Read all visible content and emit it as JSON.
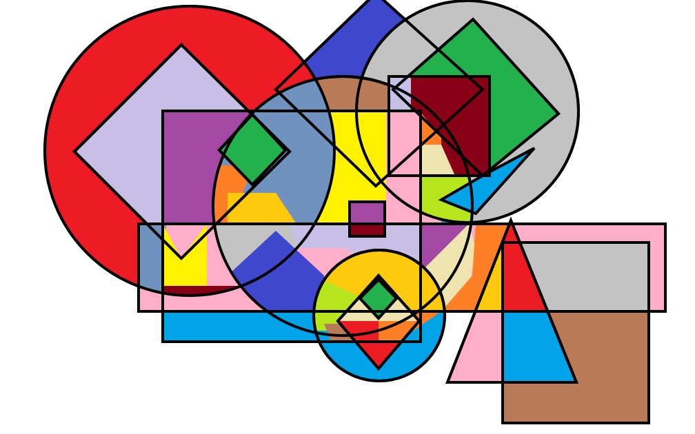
{
  "palette": {
    "stroke": "#000000",
    "red": "#ed1c24",
    "lavender": "#c8bfe7",
    "blue": "#3f48cc",
    "steel_blue": "#7092be",
    "yellow": "#fff200",
    "sky_blue": "#00a2e8",
    "purple": "#a349a4",
    "green": "#22b14c",
    "orange": "#ff7f27",
    "amber": "#ffc90e",
    "gray": "#c3c3c3",
    "pink": "#ffaec9",
    "maroon": "#880015",
    "brown": "#b97a57",
    "lime": "#b5e61d",
    "cream": "#efe4b0",
    "white": "#ffffff"
  },
  "shapes": [
    {
      "name": "big-red-circle",
      "kind": "circle",
      "color": "red"
    },
    {
      "name": "lavender-diamond",
      "kind": "diamond",
      "color": "lavender"
    },
    {
      "name": "blue-diamond",
      "kind": "diamond",
      "color": "blue"
    },
    {
      "name": "sky-circle",
      "kind": "circle",
      "color": "sky_blue"
    },
    {
      "name": "gray-circle",
      "kind": "circle",
      "color": "gray"
    },
    {
      "name": "green-rotated-rectangle",
      "kind": "rotated-rectangle",
      "color": "green"
    },
    {
      "name": "maroon-square",
      "kind": "square",
      "color": "maroon"
    },
    {
      "name": "central-rectangle",
      "kind": "rectangle",
      "color": "purple"
    },
    {
      "name": "pink-horizontal-band",
      "kind": "rectangle",
      "color": "pink"
    },
    {
      "name": "gray-right-rectangle",
      "kind": "rectangle",
      "color": "gray"
    },
    {
      "name": "brown-right-rectangle",
      "kind": "rectangle",
      "color": "brown"
    },
    {
      "name": "right-triangle",
      "kind": "triangle",
      "color": "pink"
    },
    {
      "name": "small-bottom-circle",
      "kind": "circle",
      "color": "amber"
    },
    {
      "name": "small-green-diamond",
      "kind": "diamond",
      "color": "green"
    },
    {
      "name": "bottom-diamond",
      "kind": "diamond",
      "color": "red"
    },
    {
      "name": "small-purple-square",
      "kind": "square",
      "color": "purple"
    }
  ]
}
